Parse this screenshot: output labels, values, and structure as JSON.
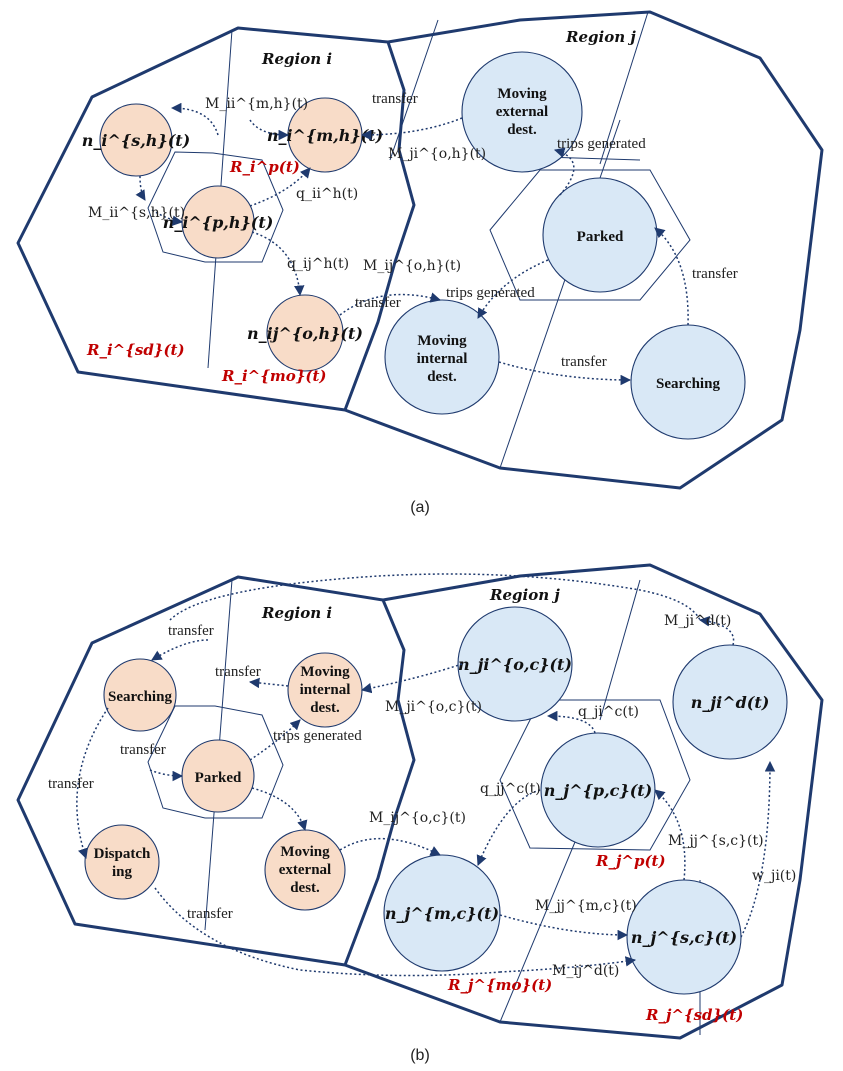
{
  "panel_a": {
    "caption": "(a)",
    "region_i": "Region i",
    "region_j": "Region j",
    "node_search_h": "n_i^{s,h}(t)",
    "node_moving_h": "n_i^{m,h}(t)",
    "node_parked_h": "n_i^{p,h}(t)",
    "node_out_h": "n_ij^{o,h}(t)",
    "node_moving_ext": [
      "Moving",
      "external",
      "dest."
    ],
    "node_parked_c": "Parked",
    "node_moving_int": [
      "Moving",
      "internal",
      "dest."
    ],
    "node_searching_c": "Searching",
    "lbl_Mmh": "M_ii^{m,h}(t)",
    "lbl_Msh": "M_ii^{s,h}(t)",
    "lbl_qii": "q_ii^h(t)",
    "lbl_qij": "q_ij^h(t)",
    "lbl_Mjioh": "M_ji^{o,h}(t)",
    "lbl_Mijoh": "M_ij^{o,h}(t)",
    "lbl_transfer": "transfer",
    "lbl_trips": "trips generated",
    "R_p": "R_i^p(t)",
    "R_sd": "R_i^{sd}(t)",
    "R_mo": "R_i^{mo}(t)"
  },
  "panel_b": {
    "caption": "(b)",
    "region_i": "Region i",
    "region_j": "Region j",
    "node_searching": "Searching",
    "node_moving_int": [
      "Moving",
      "internal",
      "dest."
    ],
    "node_parked": "Parked",
    "node_dispatching": [
      "Dispatch",
      "ing"
    ],
    "node_moving_ext": [
      "Moving",
      "external",
      "dest."
    ],
    "node_oc": "n_ji^{o,c}(t)",
    "node_d": "n_ji^d(t)",
    "node_pc": "n_j^{p,c}(t)",
    "node_mc": "n_j^{m,c}(t)",
    "node_sc": "n_j^{s,c}(t)",
    "lbl_Mjioc": "M_ji^{o,c}(t)",
    "lbl_Mijoc": "M_ij^{o,c}(t)",
    "lbl_Mjid": "M_ji^d(t)",
    "lbl_qji": "q_ji^c(t)",
    "lbl_qjj": "q_jj^c(t)",
    "lbl_Msc": "M_jj^{s,c}(t)",
    "lbl_Mmc": "M_jj^{m,c}(t)",
    "lbl_Mijd": "M_ij^d(t)",
    "lbl_w": "w_ji(t)",
    "lbl_transfer": "transfer",
    "lbl_trips": "trips generated",
    "R_p": "R_j^p(t)",
    "R_mo": "R_j^{mo}(t)",
    "R_sd": "R_j^{sd}(t)"
  },
  "colors": {
    "human_node": "#f8dcc8",
    "cav_node": "#d9e8f6",
    "border": "#1f3a6e",
    "accent_red": "#c00000"
  }
}
